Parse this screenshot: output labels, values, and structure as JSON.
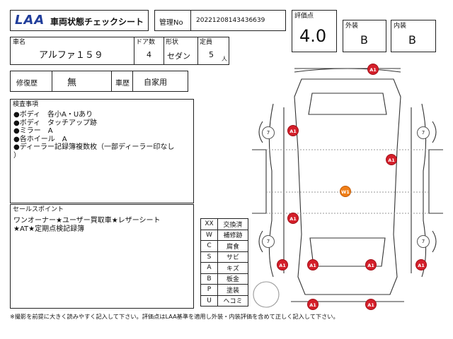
{
  "header": {
    "logo_text": "LAA",
    "title": "車両状態チェックシート",
    "mgmt_label": "管理No",
    "mgmt_no": "20221208143436639"
  },
  "rating": {
    "score_label": "評価点",
    "score": "4.0",
    "exterior_label": "外装",
    "exterior": "B",
    "interior_label": "内装",
    "interior": "B"
  },
  "vehicle": {
    "name_label": "車名",
    "name": "アルファ１５９",
    "doors_label": "ドア数",
    "doors": "4",
    "shape_label": "形状",
    "shape": "セダン",
    "capacity_label": "定員",
    "capacity": "5",
    "capacity_unit": "人",
    "repair_label": "修復歴",
    "repair": "無",
    "use_label": "車歴",
    "use": "自家用"
  },
  "inspection": {
    "title": "検査事項",
    "items": [
      "●ボディ　各小A・Uあり",
      "●ボディ　タッチアップ跡",
      "●ミラー　A",
      "●各ホイール　A",
      "●ディーラー記録簿複数枚（一部ディーラー印なし",
      "）"
    ]
  },
  "sales": {
    "title": "セールスポイント",
    "lines": [
      "ワンオーナー★ユーザー買取車★レザーシート",
      "★AT★定期点検記録簿"
    ]
  },
  "legend": [
    {
      "code": "XX",
      "label": "交換済"
    },
    {
      "code": "W",
      "label": "補修跡"
    },
    {
      "code": "C",
      "label": "腐食"
    },
    {
      "code": "S",
      "label": "サビ"
    },
    {
      "code": "A",
      "label": "キズ"
    },
    {
      "code": "B",
      "label": "板金"
    },
    {
      "code": "P",
      "label": "塗装"
    },
    {
      "code": "U",
      "label": "ヘコミ"
    }
  ],
  "diagram": {
    "marks": [
      "A1",
      "A1",
      "A1",
      "W1",
      "A1",
      "A1",
      "A1",
      "A1",
      "A1",
      "A1",
      "A1"
    ],
    "tires": [
      "7",
      "7",
      "7",
      "7"
    ]
  },
  "footer": {
    "note": "※撮影を前提に大きく読みやすく記入して下さい。評価点はLAA基準を適用し外装・内装評価を含めて正しく記入して下さい。"
  },
  "colors": {
    "mark_red": "#d41f2a",
    "mark_orange": "#f07f18",
    "logo_blue": "#1f3c9a"
  }
}
